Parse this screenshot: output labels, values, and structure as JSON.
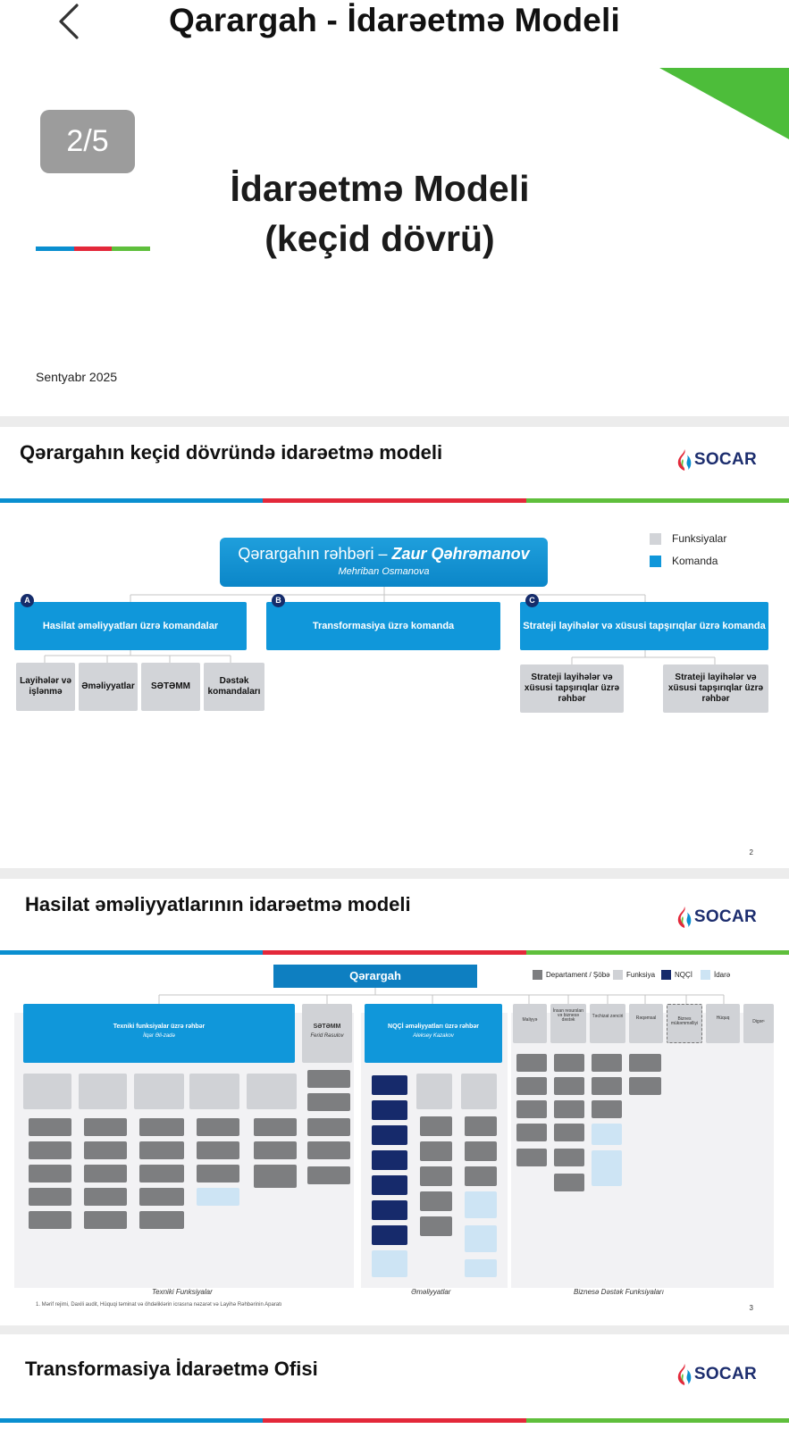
{
  "app": {
    "title": "Qarargah - İdarəetmə Modeli",
    "back_icon": "chevron-left-icon"
  },
  "colors": {
    "blue": "#0a8fd0",
    "red": "#e3283a",
    "green": "#5fbf3c",
    "navy": "#1c2d6e",
    "grey": "#d2d4d8"
  },
  "slide1": {
    "page_badge": "2/5",
    "title_line1": "İdarəetmə Modeli",
    "title_line2": "(keçid dövrü)",
    "date": "Sentyabr 2025"
  },
  "slide2": {
    "title": "Qərargahın keçid dövründə idarəetmə modeli",
    "logo_text": "SOCAR",
    "head_title": "Qərargahın rəhbəri – ",
    "head_name": "Zaur Qəhrəmanov",
    "head_sub": "Mehriban Osmanova",
    "legend": {
      "functions": "Funksiyalar",
      "team": "Komanda"
    },
    "branches": [
      {
        "letter": "A",
        "label": "Hasilat əməliyyatları üzrə komandalar"
      },
      {
        "letter": "B",
        "label": "Transformasiya üzrə komanda"
      },
      {
        "letter": "C",
        "label": "Strateji layihələr və xüsusi tapşırıqlar üzrə komanda"
      }
    ],
    "a_children": [
      "Layihələr və işlənmə",
      "Əməliyyatlar",
      "SƏTƏMM",
      "Dəstək komandaları"
    ],
    "c_children": [
      "Strateji layihələr və xüsusi tapşırıqlar üzrə rəhbər",
      "Strateji layihələr və xüsusi tapşırıqlar üzrə rəhbər"
    ],
    "page_number": "2"
  },
  "slide3": {
    "title": "Hasilat əməliyyatlarının idarəetmə modeli",
    "logo_text": "SOCAR",
    "top_box": "Qərargah",
    "legend": {
      "dept": "Departament / Şöbə",
      "function": "Funksiya",
      "ngci": "NQÇİ",
      "office": "İdarə"
    },
    "col_tech": {
      "title": "Texniki funksiyalar üzrə rəhbər",
      "name": "İlqar Əli-zadə"
    },
    "col_setemm": {
      "title": "SƏTƏMM",
      "name": "Ferid Rəsulov"
    },
    "col_ngci": {
      "title": "NQÇİ əməliyyatları üzrə rəhbər",
      "name": "Aleksey Kazakov"
    },
    "small_heads": [
      "Maliyyə",
      "İnsan resursları və biznesə dəstək",
      "Təchizat zənciri",
      "Rəqəmsal",
      "Biznes mükəmməlliyi",
      "Hüquq",
      "Digər¹"
    ],
    "footers": {
      "tech": "Texniki Funksiyalar",
      "ops": "Əməliyyatlar",
      "biz": "Biznesə Dəstək Funksiyaları"
    },
    "footnote": "1.  Mərif rejimi, Daxili audit, Hüquqi təminat və öhdəliklərin icrasına nəzarət və Layihə Rəhbərinin Aparatı",
    "page_number": "3"
  },
  "slide4": {
    "title": "Transformasiya İdarəetmə Ofisi",
    "logo_text": "SOCAR"
  }
}
